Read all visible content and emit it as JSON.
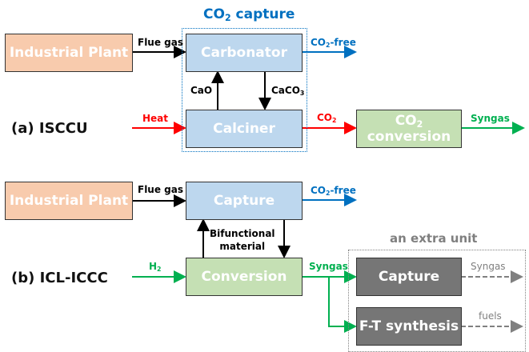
{
  "colors": {
    "plant": "#f8cbad",
    "capture_unit": "#bdd7ee",
    "conversion_unit": "#c5e0b4",
    "extra_unit": "#767676",
    "co2_capture_title": "#0070c0",
    "co2_free": "#0070c0",
    "heat": "#ff0000",
    "green_flow": "#00b050",
    "extra_flow": "#808080"
  },
  "panel_a": {
    "label": "(a) ISCCU",
    "group_title": "CO",
    "group_title_sub": "2",
    "group_title_rest": " capture",
    "plant": "Industrial Plant",
    "flue_gas": "Flue gas",
    "carbonator": "Carbonator",
    "calciner": "Calciner",
    "co2_free": "CO",
    "co2_free_sub": "2",
    "co2_free_rest": "-free",
    "cao": "CaO",
    "caco3": "CaCO",
    "caco3_sub": "3",
    "heat": "Heat",
    "co2": "CO",
    "co2_sub": "2",
    "conversion_line1": "CO",
    "conversion_line1_sub": "2",
    "conversion_line2": "conversion",
    "syngas": "Syngas"
  },
  "panel_b": {
    "label": "(b) ICL-ICCC",
    "plant": "Industrial Plant",
    "flue_gas": "Flue gas",
    "capture": "Capture",
    "co2_free": "CO",
    "co2_free_sub": "2",
    "co2_free_rest": "-free",
    "bifunctional_line1": "Bifunctional",
    "bifunctional_line2": "material",
    "h2": "H",
    "h2_sub": "2",
    "conversion": "Conversion",
    "syngas": "Syngas",
    "extra_title": "an extra unit",
    "extra_capture": "Capture",
    "extra_syngas": "Syngas",
    "ft_synthesis": "F-T synthesis",
    "fuels": "fuels"
  }
}
